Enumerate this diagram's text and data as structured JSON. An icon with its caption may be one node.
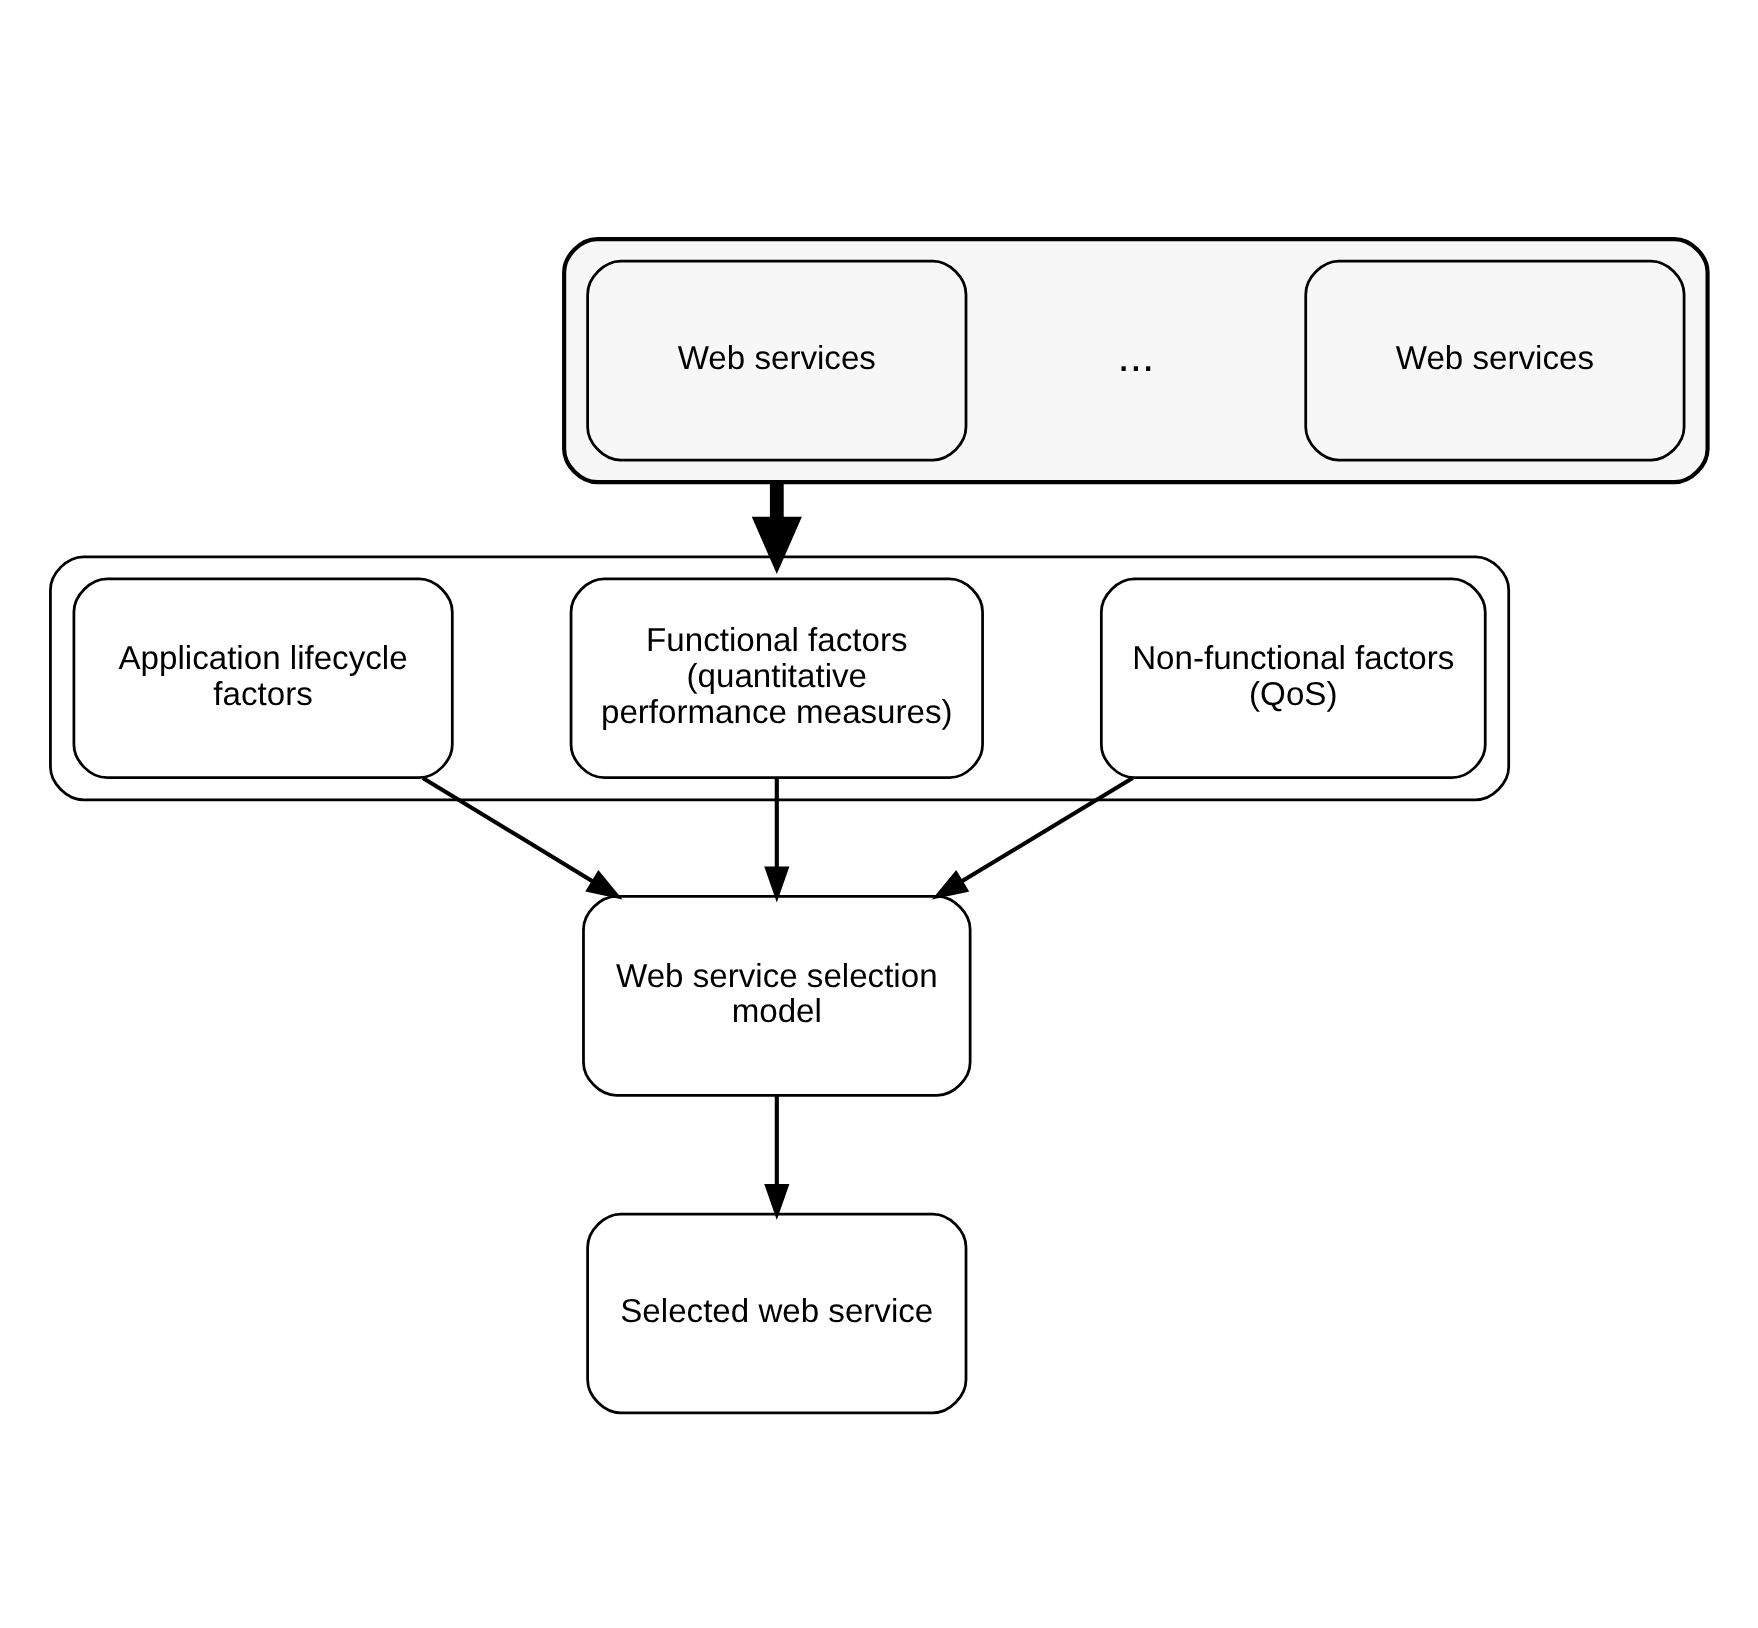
{
  "diagram": {
    "nodes": [
      {
        "text": [],
        "shape": "cloud"
      },
      {
        "text": [
          "Web services"
        ],
        "in": 0
      },
      {
        "text": [
          "Web services"
        ],
        "in": 0
      },
      {
        "text": [],
        "shape": "box"
      },
      {
        "text": [
          "Application lifecycle factors"
        ],
        "in": 3
      },
      {
        "text": [
          "Functional factors (quantitative performance measures)"
        ],
        "in": 3
      },
      {
        "text": [
          "Non-functional factors (QoS)"
        ],
        "in": 3
      },
      {
        "text": [
          "Web service selection model"
        ]
      },
      {
        "text": [
          "Selected web service"
        ]
      }
    ],
    "edges": [
      {
        "from": 0,
        "to": 3,
        "arrow": "to",
        "style": "thick"
      },
      {
        "from": 4,
        "to": 7,
        "arrow": "to"
      },
      {
        "from": 5,
        "to": 7,
        "arrow": "to"
      },
      {
        "from": 6,
        "to": 7,
        "arrow": "to"
      },
      {
        "from": 7,
        "to": 8,
        "arrow": "to"
      }
    ],
    "labels": [
      "..."
    ]
  }
}
